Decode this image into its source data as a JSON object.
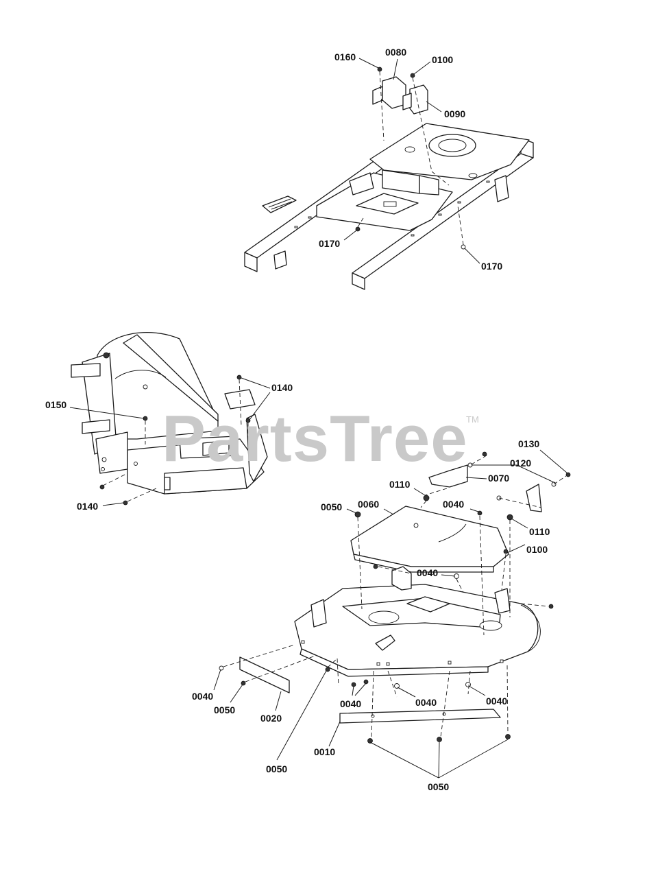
{
  "watermark": {
    "text": "PartsTree",
    "trademark": "TM"
  },
  "callouts": {
    "frame_0160": "0160",
    "frame_0080": "0080",
    "frame_0100": "0100",
    "frame_0090": "0090",
    "frame_0170_a": "0170",
    "frame_0170_b": "0170",
    "left_0140_a": "0140",
    "left_0150": "0150",
    "left_0140_b": "0140",
    "deck_0130": "0130",
    "deck_0120": "0120",
    "deck_0070": "0070",
    "deck_0110_a": "0110",
    "deck_0050_a": "0050",
    "deck_0060": "0060",
    "deck_0040_a": "0040",
    "deck_0110_b": "0110",
    "deck_0100": "0100",
    "deck_0040_b": "0040",
    "deck_0040_c": "0040",
    "deck_0050_b": "0050",
    "deck_0020": "0020",
    "deck_0040_d": "0040",
    "deck_0040_e": "0040",
    "deck_0040_f": "0040",
    "deck_0010": "0010",
    "deck_0050_c": "0050",
    "deck_0050_d": "0050"
  },
  "colors": {
    "line": "#1a1a1a",
    "watermark": "#c9c9c9",
    "background": "#ffffff"
  }
}
